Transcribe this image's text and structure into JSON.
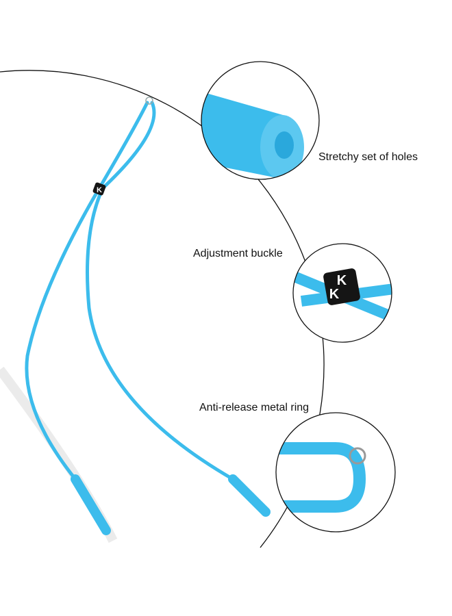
{
  "labels": {
    "holes": "Stretchy set of holes",
    "buckle": "Adjustment buckle",
    "ring": "Anti-release metal ring"
  },
  "buckle_letter": "K",
  "colors": {
    "strap": "#3cbcec",
    "strap_light": "#6fd0f4",
    "outline": "#111111",
    "bead": "#151515"
  }
}
